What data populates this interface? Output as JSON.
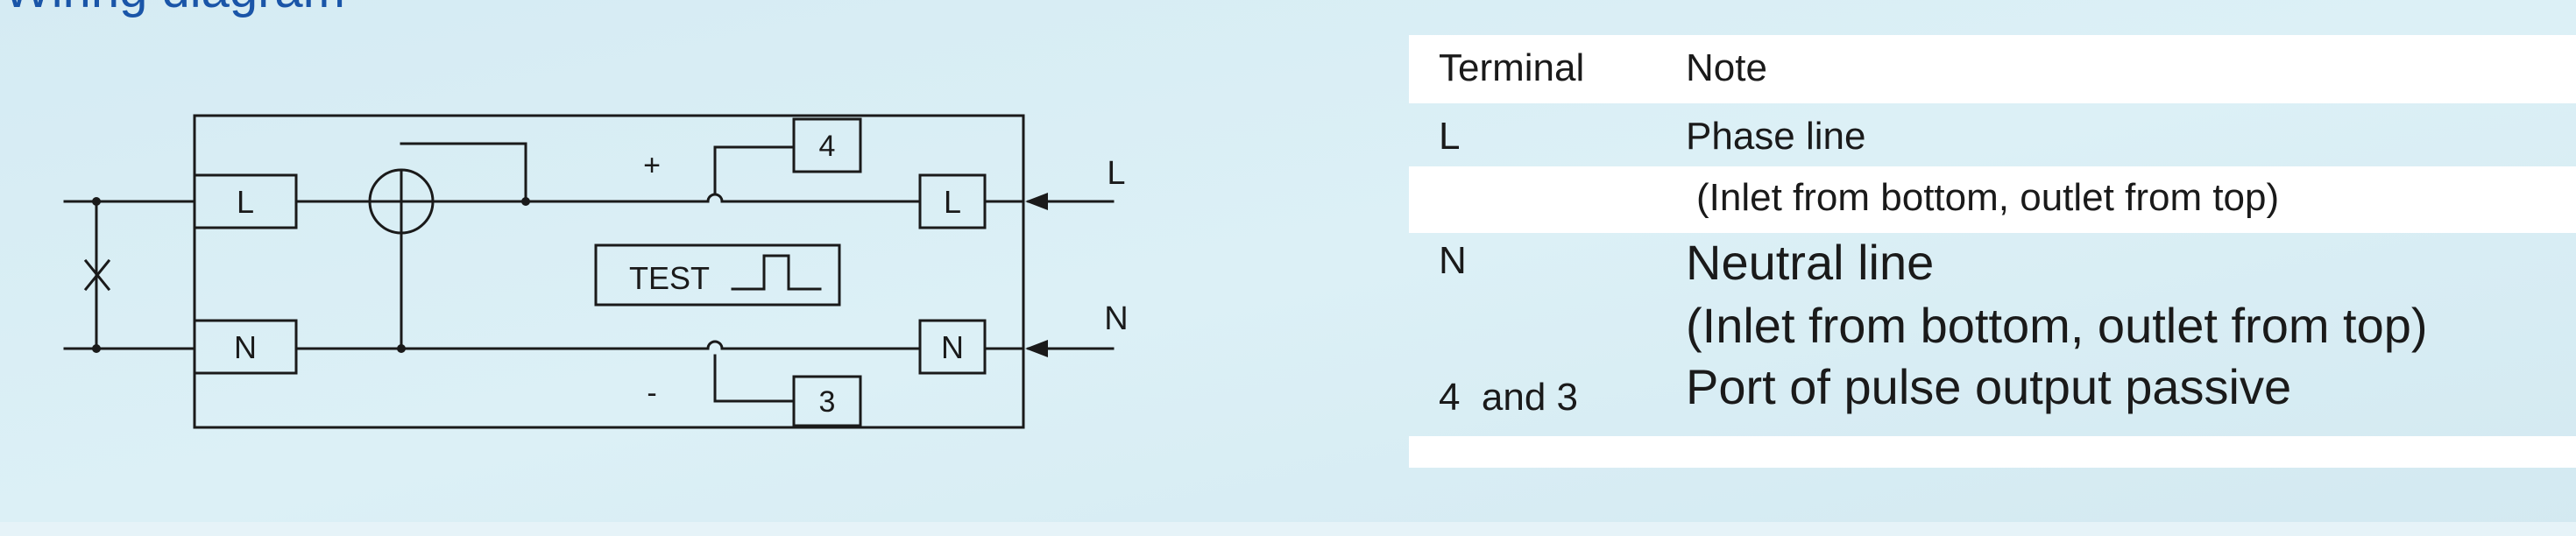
{
  "heading": "Wiring diagram",
  "colors": {
    "background": "#d9edf4",
    "row_white": "#ffffff",
    "heading": "#1a55a8",
    "line": "#1a1a1a"
  },
  "diagram": {
    "left_terminals": [
      "L",
      "N"
    ],
    "right_terminals": [
      "L",
      "N"
    ],
    "pulse_ports": [
      "4",
      "3"
    ],
    "polarity_plus": "+",
    "polarity_minus": "-",
    "test_label": "TEST",
    "line_labels": [
      "L",
      "N"
    ],
    "icons": [
      "meter-coil-icon",
      "load-cross-icon",
      "pulse-wave-icon",
      "arrow-left-icon"
    ]
  },
  "table": {
    "headers": [
      "Terminal",
      "Note"
    ],
    "rows": [
      {
        "terminal": "L",
        "note": "Phase line"
      },
      {
        "terminal": "",
        "note": "(Inlet from bottom, outlet from top)"
      },
      {
        "terminal": "N",
        "note": "Neutral line"
      },
      {
        "terminal": "",
        "note": "(Inlet from bottom, outlet from top)"
      },
      {
        "terminal": "4  and 3",
        "note": "Port of pulse output passive"
      }
    ]
  }
}
